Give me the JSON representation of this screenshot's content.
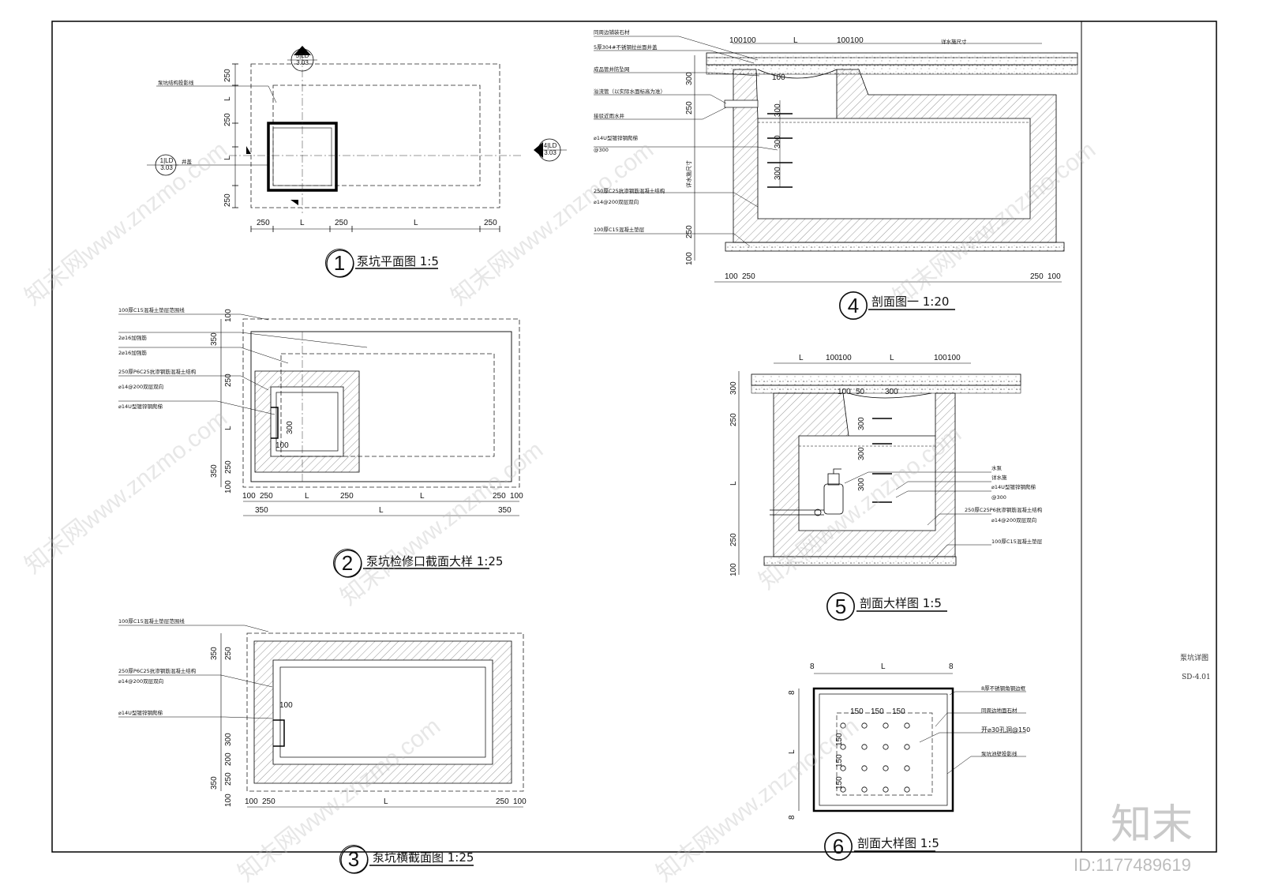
{
  "sheet": {
    "title": "泵坑详图",
    "number": "SD-4.01",
    "brand": "知末",
    "id_text": "ID:1177489619",
    "watermark": "知末网www.znzmo.com"
  },
  "views": {
    "v1": {
      "num": "1",
      "title": "泵坑平面图 1:5",
      "labels": {
        "outline": "泵坑结构投影线",
        "cover": "井盖"
      },
      "ref_a": {
        "top": "5",
        "mid": "LD",
        "bottom": "3.03"
      },
      "ref_b": {
        "top": "1",
        "mid": "LD",
        "bottom": "3.03"
      },
      "ref_c": {
        "top": "4",
        "mid": "LD",
        "bottom": "3.03"
      },
      "dims_h": [
        "250",
        "L",
        "250",
        "L",
        "250"
      ],
      "dims_v": [
        "250",
        "L",
        "250",
        "L",
        "250"
      ]
    },
    "v2": {
      "num": "2",
      "title": "泵坑检修口截面大样 1:25",
      "labels": [
        "100厚C15混凝土垫层范围线",
        "2⌀16加强筋",
        "2⌀16加强筋",
        "250厚P6C25抗渗钢筋混凝土结构",
        "⌀14@200双层双向",
        "⌀14U型镀锌钢爬梯"
      ],
      "dims_h1": [
        "100",
        "250",
        "L",
        "250",
        "L",
        "250",
        "100"
      ],
      "dims_h2": [
        "350",
        "L",
        "350"
      ],
      "dims_v": [
        "100",
        "350",
        "250",
        "L",
        "350",
        "250",
        "100"
      ],
      "inner": [
        "300",
        "100"
      ]
    },
    "v3": {
      "num": "3",
      "title": "泵坑横截面图 1:25",
      "labels": [
        "100厚C15混凝土垫层范围线",
        "250厚P6C25抗渗钢筋混凝土结构",
        "⌀14@200双层双向",
        "⌀14U型镀锌钢爬梯"
      ],
      "dims_h": [
        "100",
        "250",
        "L",
        "250",
        "100"
      ],
      "dims_v": [
        "350",
        "250",
        "300",
        "200",
        "350",
        "250",
        "100"
      ],
      "inner": [
        "100"
      ]
    },
    "v4": {
      "num": "4",
      "title": "剖面图一 1:20",
      "labels": [
        "同周边铺装石材",
        "5厚304#不锈钢拉丝面井盖",
        "成品管井防坠网",
        "溢流管（以实际水面标高为准）",
        "接驳近雨水井",
        "⌀14U型镀锌钢爬梯",
        "@300",
        "250厚C25抗渗钢筋混凝土结构",
        "⌀14@200双层双向",
        "100厚C15混凝土垫层"
      ],
      "top_dims": [
        "100",
        "100",
        "L",
        "100",
        "100",
        "详水施尺寸"
      ],
      "left_dims": [
        "300",
        "250",
        "详水施尺寸",
        "250",
        "100"
      ],
      "inner_dims": [
        "300",
        "300",
        "300",
        "100"
      ],
      "bottom_dims": [
        "100",
        "250",
        "250",
        "100"
      ]
    },
    "v5": {
      "num": "5",
      "title": "剖面大样图 1:5",
      "labels": [
        "水泵",
        "详水施",
        "⌀14U型镀锌钢爬梯",
        "@300",
        "250厚C25P6抗渗钢筋混凝土结构",
        "⌀14@200双层双向",
        "100厚C15混凝土垫层"
      ],
      "top_dims": [
        "L",
        "100",
        "100",
        "L",
        "100",
        "100"
      ],
      "left_dims": [
        "300",
        "250",
        "L",
        "250",
        "100"
      ],
      "inner_dims": [
        "100",
        "50",
        "300",
        "300",
        "300",
        "300"
      ]
    },
    "v6": {
      "num": "6",
      "title": "剖面大样图 1:5",
      "labels": [
        "8厚不锈钢角钢边框",
        "同周边地面石材",
        "开⌀30孔洞@150",
        "泵坑池壁投影线"
      ],
      "top_dims": [
        "8",
        "L",
        "8"
      ],
      "hole_dims": [
        "150",
        "150",
        "150"
      ],
      "left_dims": [
        "8",
        "L",
        "8"
      ],
      "hole_vdims": [
        "150",
        "150",
        "150"
      ]
    }
  }
}
